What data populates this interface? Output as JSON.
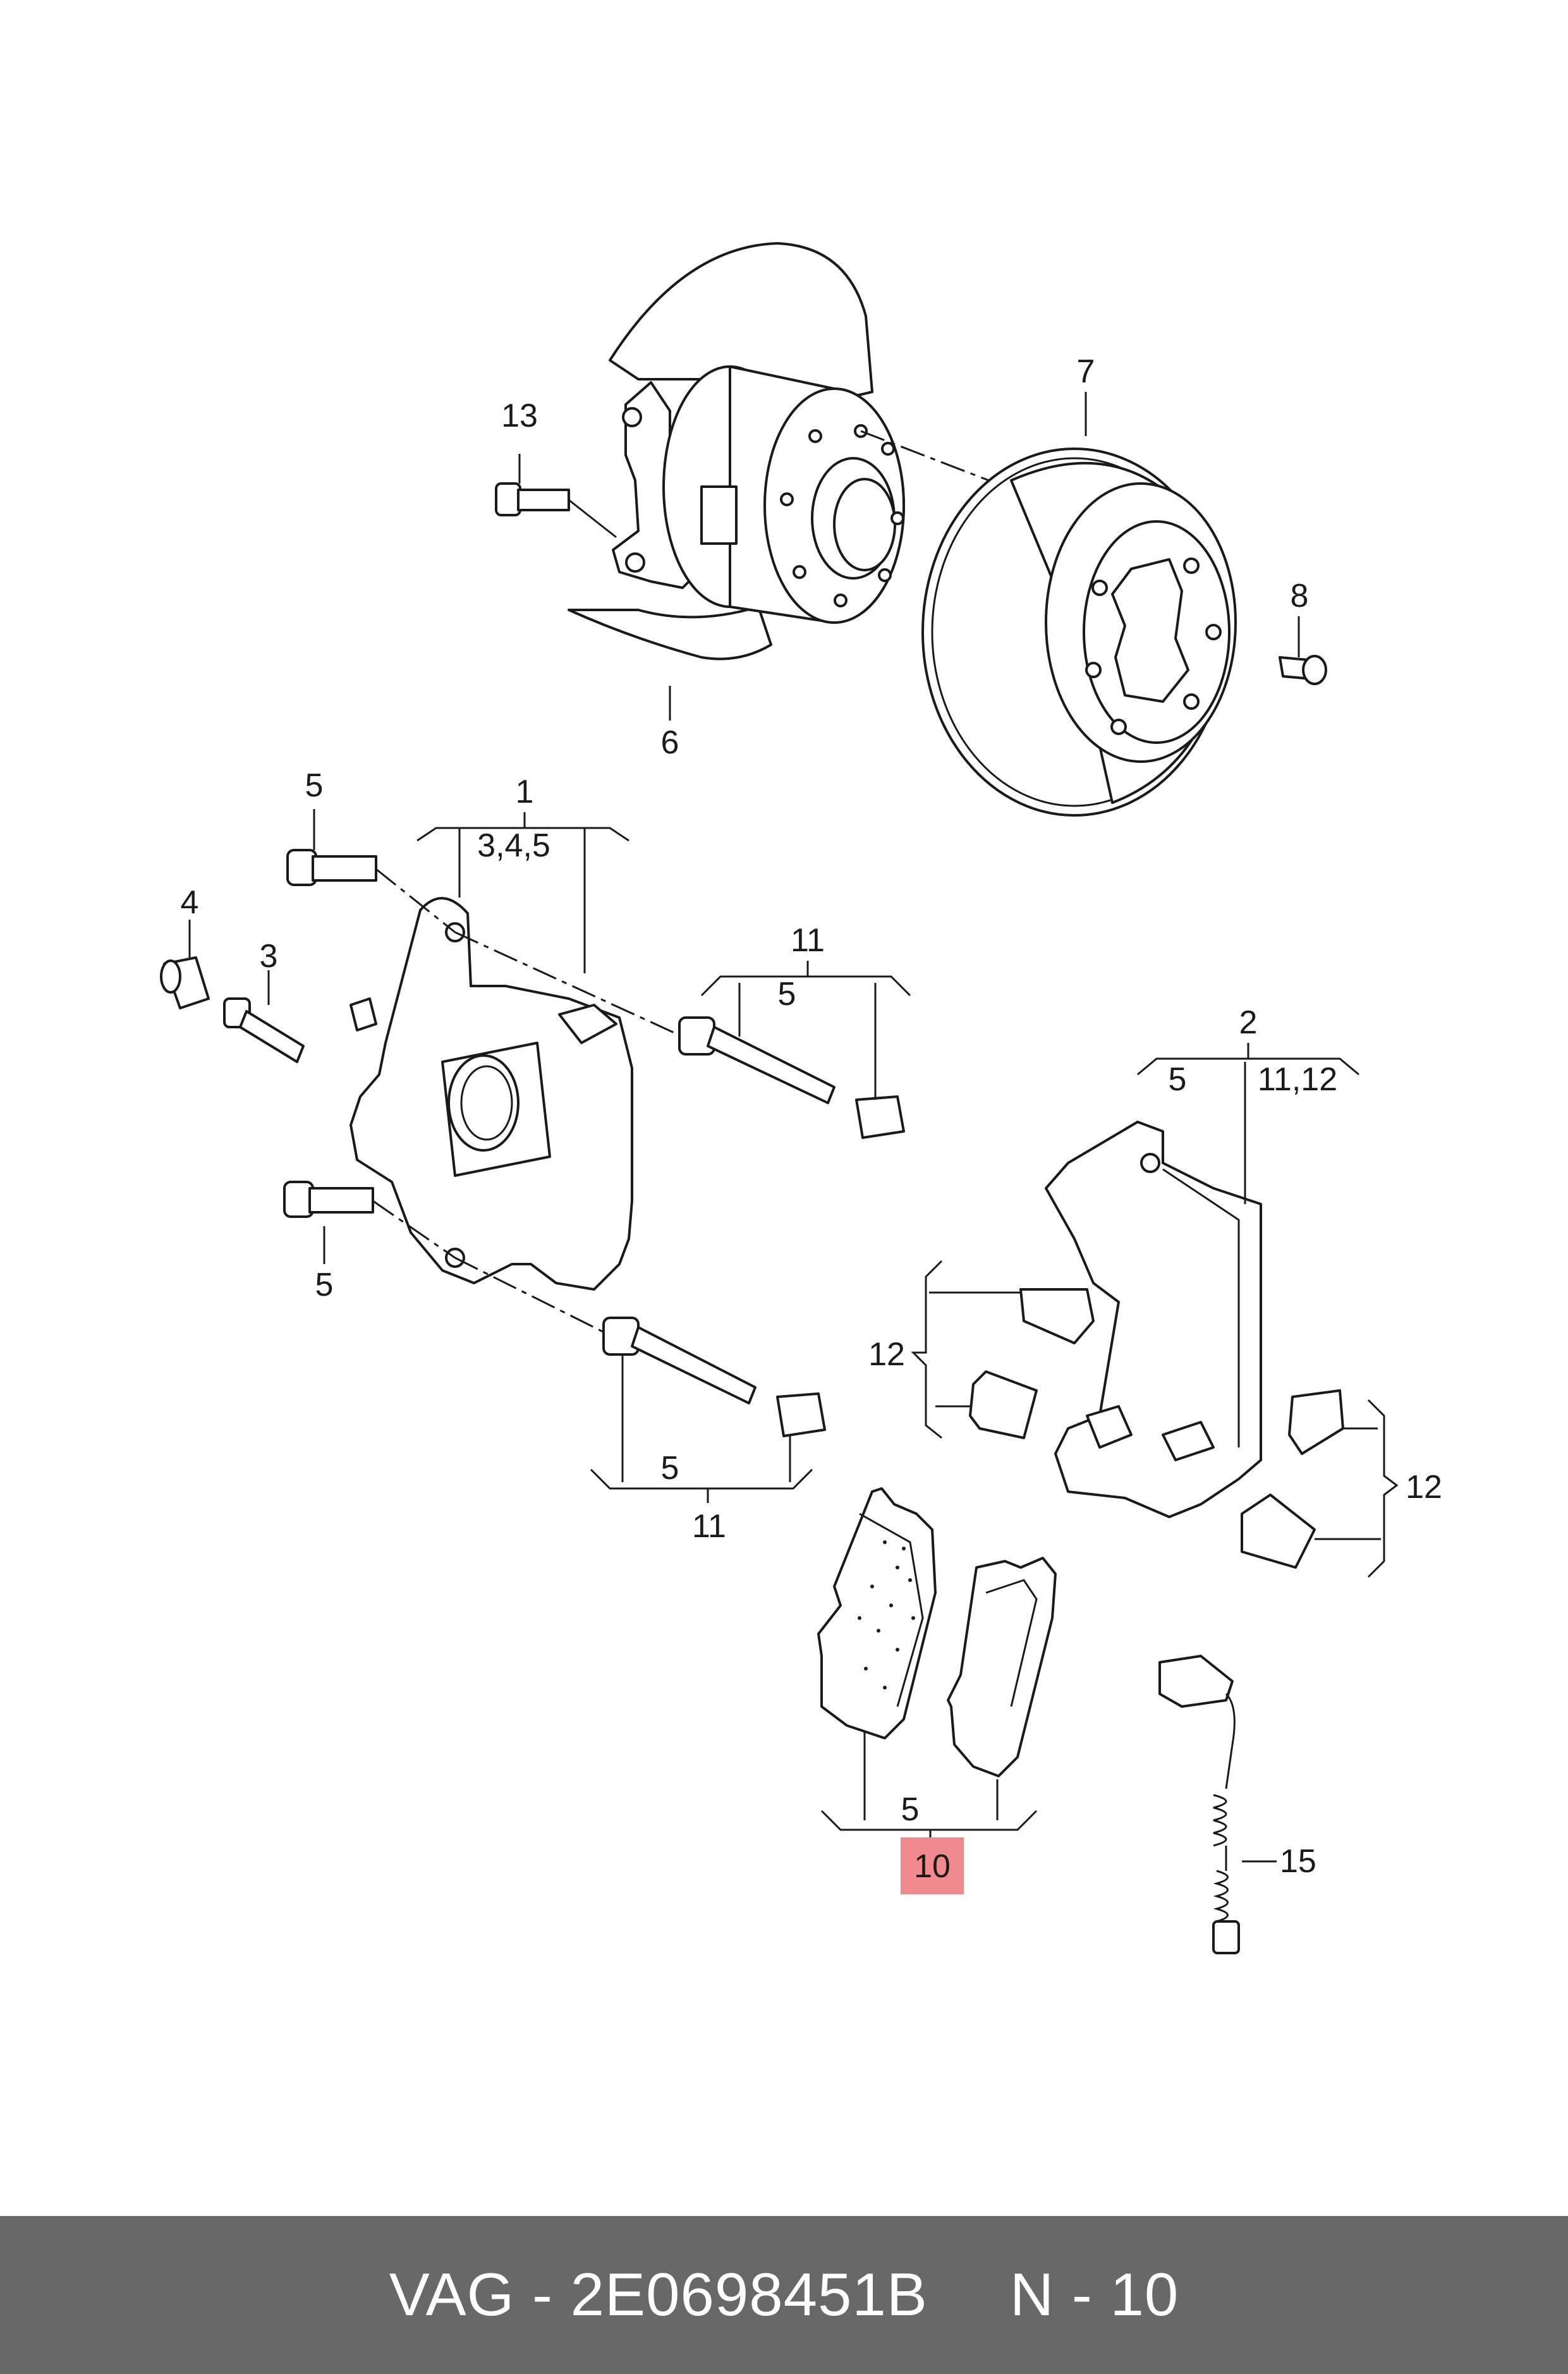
{
  "callouts": {
    "c1": "1",
    "c1_sub": "3,4,5",
    "c2": "2",
    "c2_sub_left": "5",
    "c2_sub_right": "11,12",
    "c3": "3",
    "c4": "4",
    "c5_top": "5",
    "c5_bottom": "5",
    "c6": "6",
    "c7": "7",
    "c8": "8",
    "c10": "10",
    "c10_sub": "5",
    "c11_upper": "11",
    "c11_upper_sub": "5",
    "c11_lower": "11",
    "c11_lower_sub": "5",
    "c12_left": "12",
    "c12_right": "12",
    "c13": "13",
    "c15": "15"
  },
  "highlight": {
    "part": "10",
    "color": "#f08a8f"
  },
  "footer": {
    "brand_part": "VAG - 2E0698451B",
    "position": "N - 10",
    "background": "#686868"
  }
}
